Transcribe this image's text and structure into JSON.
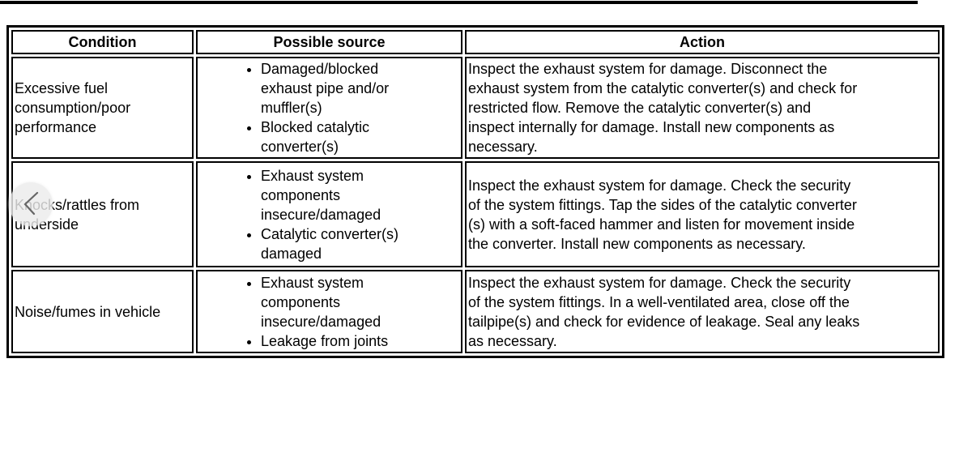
{
  "page": {
    "background_color": "#ffffff",
    "top_strip_color": "#000000"
  },
  "overlay": {
    "prev_arrow": {
      "icon": "chevron-left-icon",
      "circle_color": "#ececec",
      "chevron_color": "#666666"
    }
  },
  "table": {
    "border_color": "#000000",
    "headers": [
      "Condition",
      "Possible source",
      "Action"
    ],
    "rows": [
      {
        "condition": "Excessive fuel\nconsumption/poor\nperformance",
        "sources": [
          "Damaged/blocked\nexhaust pipe and/or\nmuffler(s)",
          "Blocked catalytic\nconverter(s)"
        ],
        "action": "Inspect the exhaust system for damage. Disconnect the\nexhaust system from the catalytic converter(s) and check for\nrestricted flow. Remove the catalytic converter(s) and\ninspect internally for damage. Install new components as\nnecessary."
      },
      {
        "condition": "Knocks/rattles from\nunderside",
        "sources": [
          "Exhaust system\ncomponents\ninsecure/damaged",
          "Catalytic converter(s)\ndamaged"
        ],
        "action": "Inspect the exhaust system for damage. Check the security\nof the system fittings. Tap the sides of the catalytic converter\n(s) with a soft-faced hammer and listen for movement inside\nthe converter. Install new components as necessary."
      },
      {
        "condition": "Noise/fumes in vehicle",
        "sources": [
          "Exhaust system\ncomponents\ninsecure/damaged",
          "Leakage from joints"
        ],
        "action": "Inspect the exhaust system for damage. Check the security\nof the system fittings. In a well-ventilated area, close off the\ntailpipe(s) and check for evidence of leakage. Seal any leaks\nas necessary."
      }
    ]
  }
}
